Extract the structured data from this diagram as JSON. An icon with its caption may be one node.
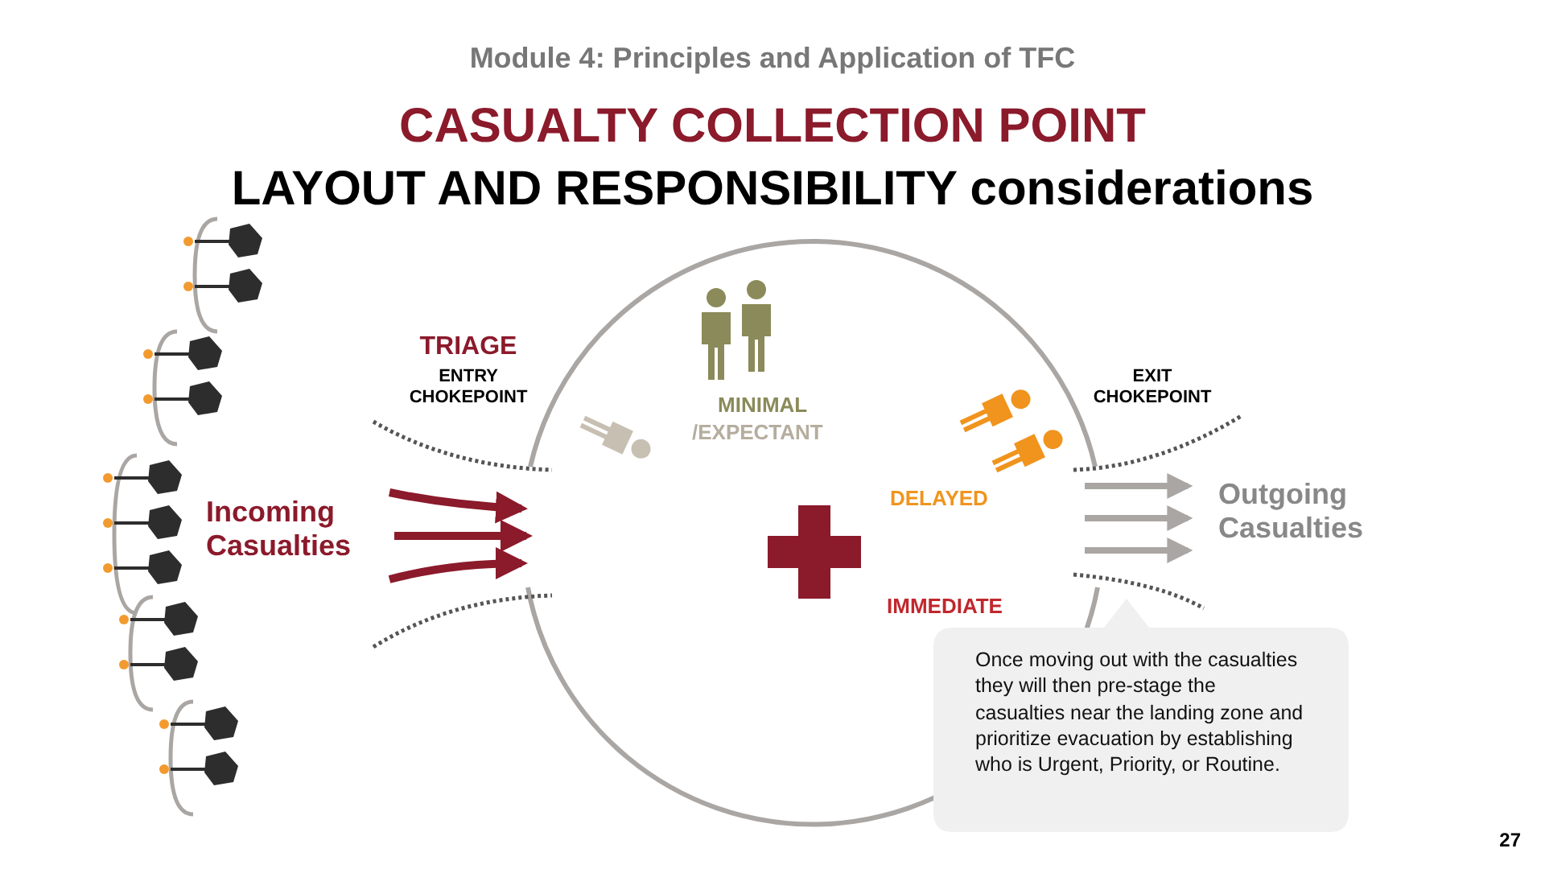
{
  "diagram": {
    "title": "CASUALTY COLLECTION POINT",
    "nodes": [
      {
        "text": [
          "Once moving out with the casualties they will then pre-stage the casualties near the landing zone and prioritize evacuation by establishing who is Urgent, Priority, or Routine."
        ]
      }
    ],
    "labels": [
      "Module 4: Principles and Application of TFC",
      "LAYOUT AND RESPONSIBILITY considerations",
      "TRIAGE",
      "ENTRY CHOKEPOINT",
      "MINIMAL",
      "/EXPECTANT",
      "EXIT CHOKEPOINT",
      "Incoming Casualties",
      "DELAYED",
      "Outgoing Casualties",
      "IMMEDIATE",
      "27"
    ]
  }
}
